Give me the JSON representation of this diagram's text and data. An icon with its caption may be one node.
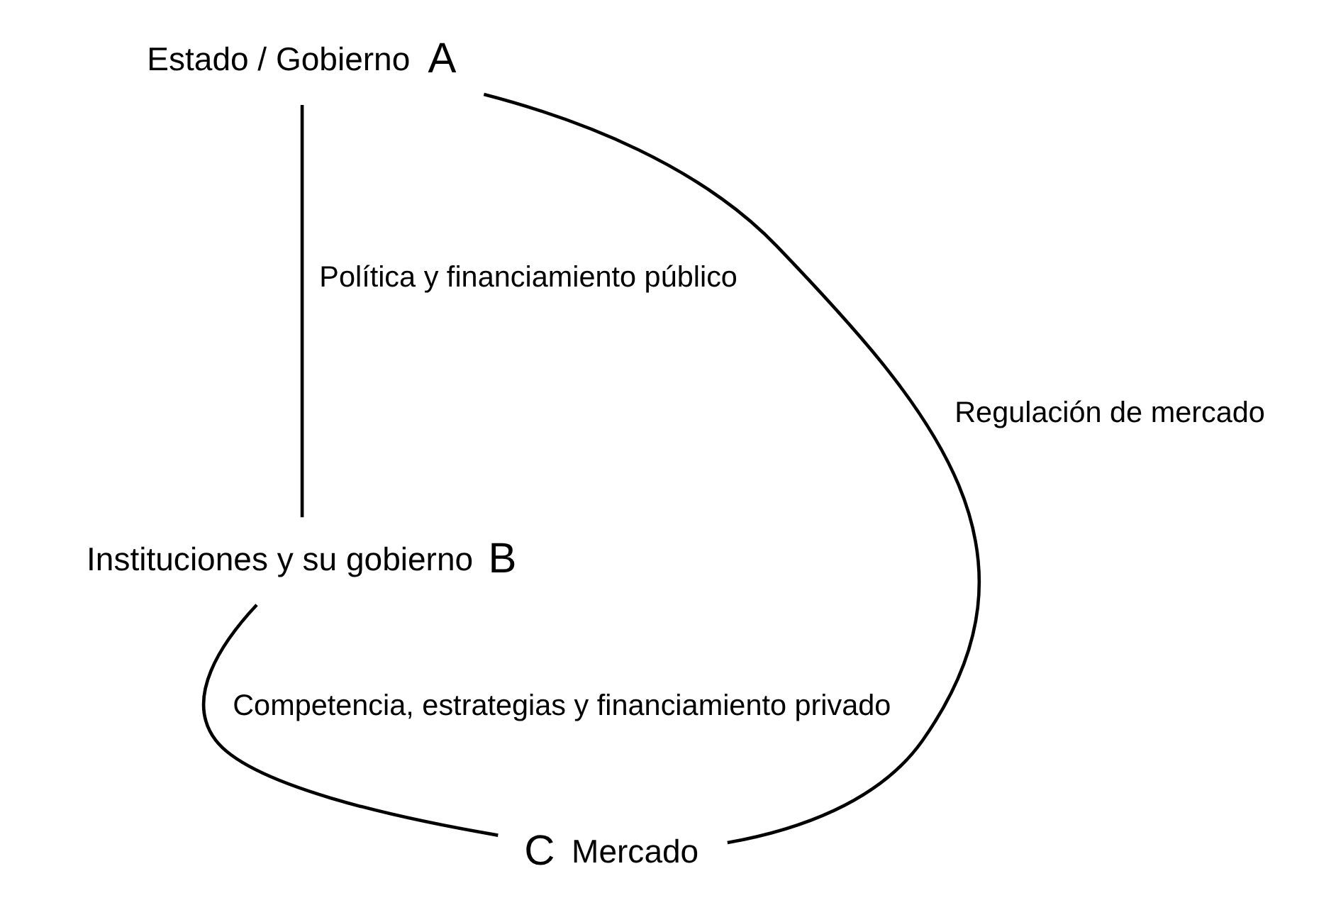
{
  "diagram": {
    "nodes": [
      {
        "text": [
          "A"
        ],
        "beside": [
          "Estado / Gobierno"
        ]
      },
      {
        "text": [
          "B"
        ],
        "beside": [
          "Instituciones y su gobierno"
        ]
      },
      {
        "text": [
          "C"
        ],
        "beside": [
          "Mercado"
        ]
      }
    ],
    "edges": [
      {
        "from": 0,
        "to": 2,
        "arrow": "none",
        "label": "Regulación de mercado"
      },
      {
        "from": 0,
        "to": 1,
        "arrow": "none",
        "label": "Política y financiamiento público"
      },
      {
        "from": 1,
        "to": 2,
        "arrow": "none",
        "label": "Competencia, estrategias y financiamiento privado"
      }
    ]
  }
}
